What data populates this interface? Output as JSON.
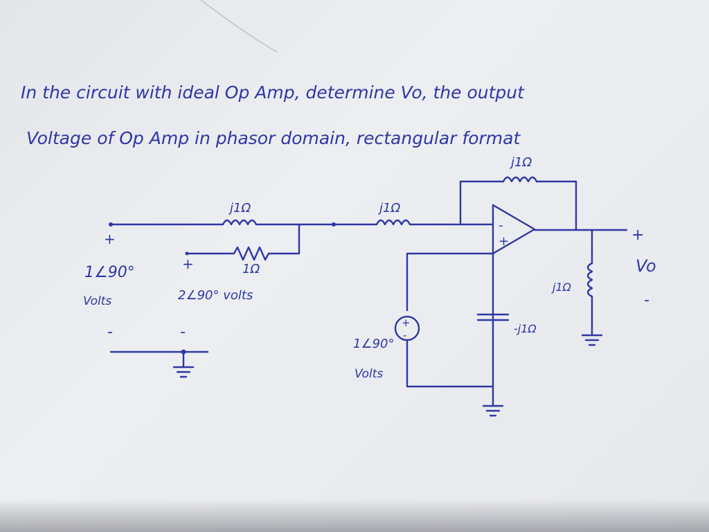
{
  "problem": {
    "line1": "In the circuit with ideal Op Amp, determine Vo, the output",
    "line2": "Voltage of Op Amp in phasor domain, rectangular format"
  },
  "components": {
    "feedback_inductor": "j1Ω",
    "input_inductor_1": "j1Ω",
    "input_inductor_2": "j1Ω",
    "resistor": "1Ω",
    "capacitor": "-j1Ω",
    "load_inductor": "j1Ω"
  },
  "sources": {
    "v1_value": "1∠90°",
    "v1_unit": "Volts",
    "v2_value": "2∠90° volts",
    "v3_value": "1∠90°",
    "v3_unit": "Volts"
  },
  "polarity": {
    "plus": "+",
    "minus": "-"
  },
  "opamp": {
    "minus": "-",
    "plus": "+"
  },
  "output": {
    "label": "Vo",
    "plus": "+",
    "minus": "-"
  },
  "colors": {
    "ink": "#2f36a3",
    "paper": "#e9ebee"
  }
}
